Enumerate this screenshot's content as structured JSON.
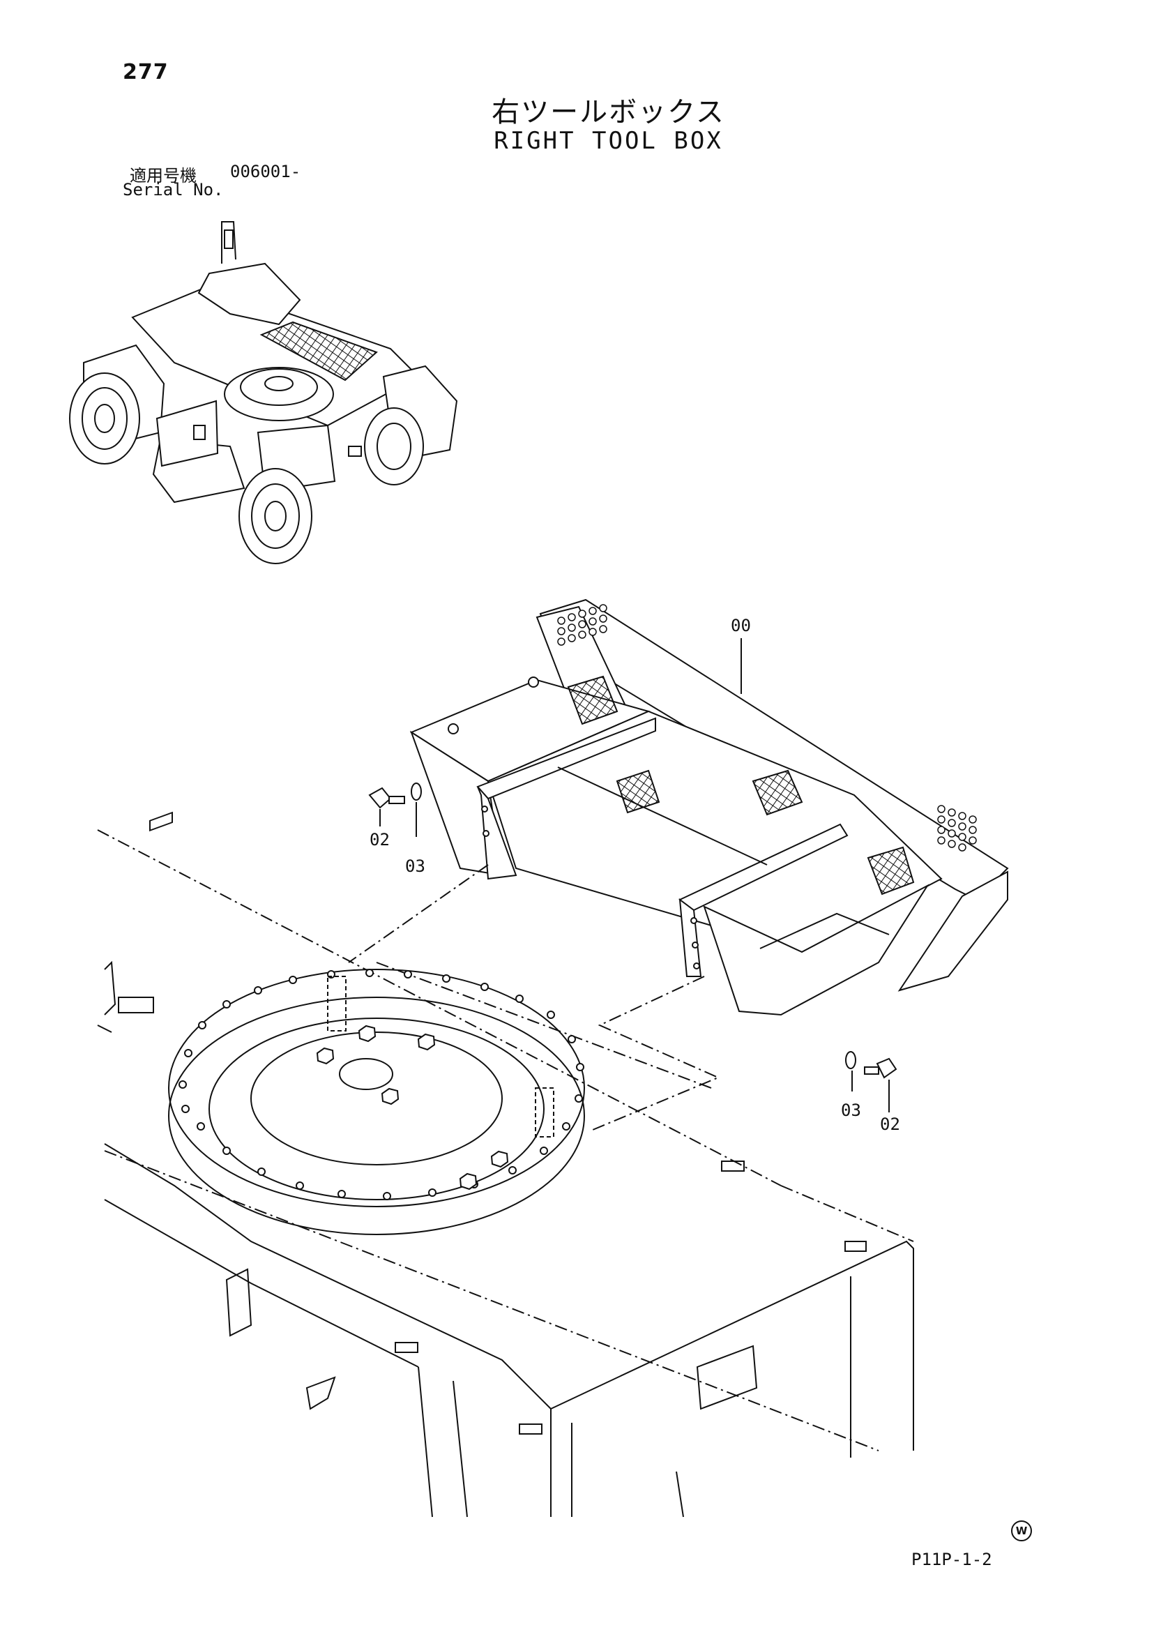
{
  "page_number": "277",
  "title_jp": "右ツールボックス",
  "title_en": "RIGHT TOOL BOX",
  "serial_label_jp": "適用号機",
  "serial_range": "006001-",
  "serial_label_en": "Serial No.",
  "callouts": {
    "toolbox": "00",
    "bolt_left": "02",
    "washer_left": "03",
    "washer_right": "03",
    "bolt_right": "02"
  },
  "figure_code": "P11P-1-2",
  "mark": "W"
}
